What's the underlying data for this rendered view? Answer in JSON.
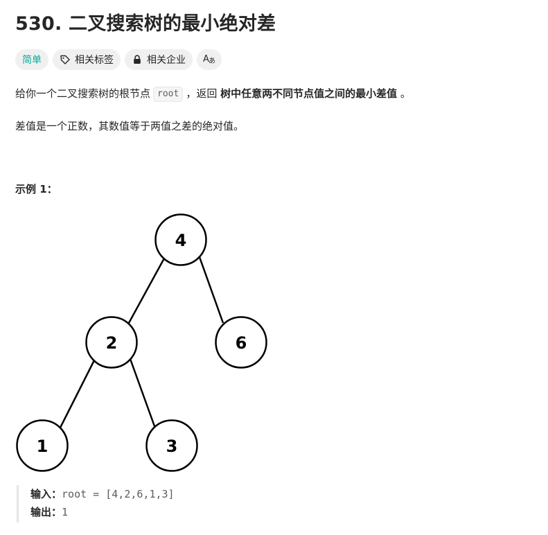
{
  "problem": {
    "title": "530. 二叉搜索树的最小绝对差"
  },
  "tags": {
    "difficulty": "简单",
    "related_tags": "相关标签",
    "related_companies": "相关企业",
    "translate_icon_label": "Aあ"
  },
  "description": {
    "p1_before": "给你一个二叉搜索树的根节点",
    "p1_code": "root",
    "p1_middle": "，返回",
    "p1_bold": "树中任意两不同节点值之间的最小差值",
    "p1_after": "。",
    "p2": "差值是一个正数，其数值等于两值之差的绝对值。"
  },
  "example": {
    "title": "示例 1：",
    "tree_nodes": [
      "4",
      "2",
      "6",
      "1",
      "3"
    ],
    "input_label": "输入：",
    "input_value": "root = [4,2,6,1,3]",
    "output_label": "输出：",
    "output_value": "1"
  },
  "icons": {
    "tag": "tag-icon",
    "lock": "lock-icon",
    "translate": "translate-icon"
  },
  "colors": {
    "difficulty_easy": "#00af9b",
    "tag_bg": "#f0f0f0",
    "text": "#262626"
  }
}
